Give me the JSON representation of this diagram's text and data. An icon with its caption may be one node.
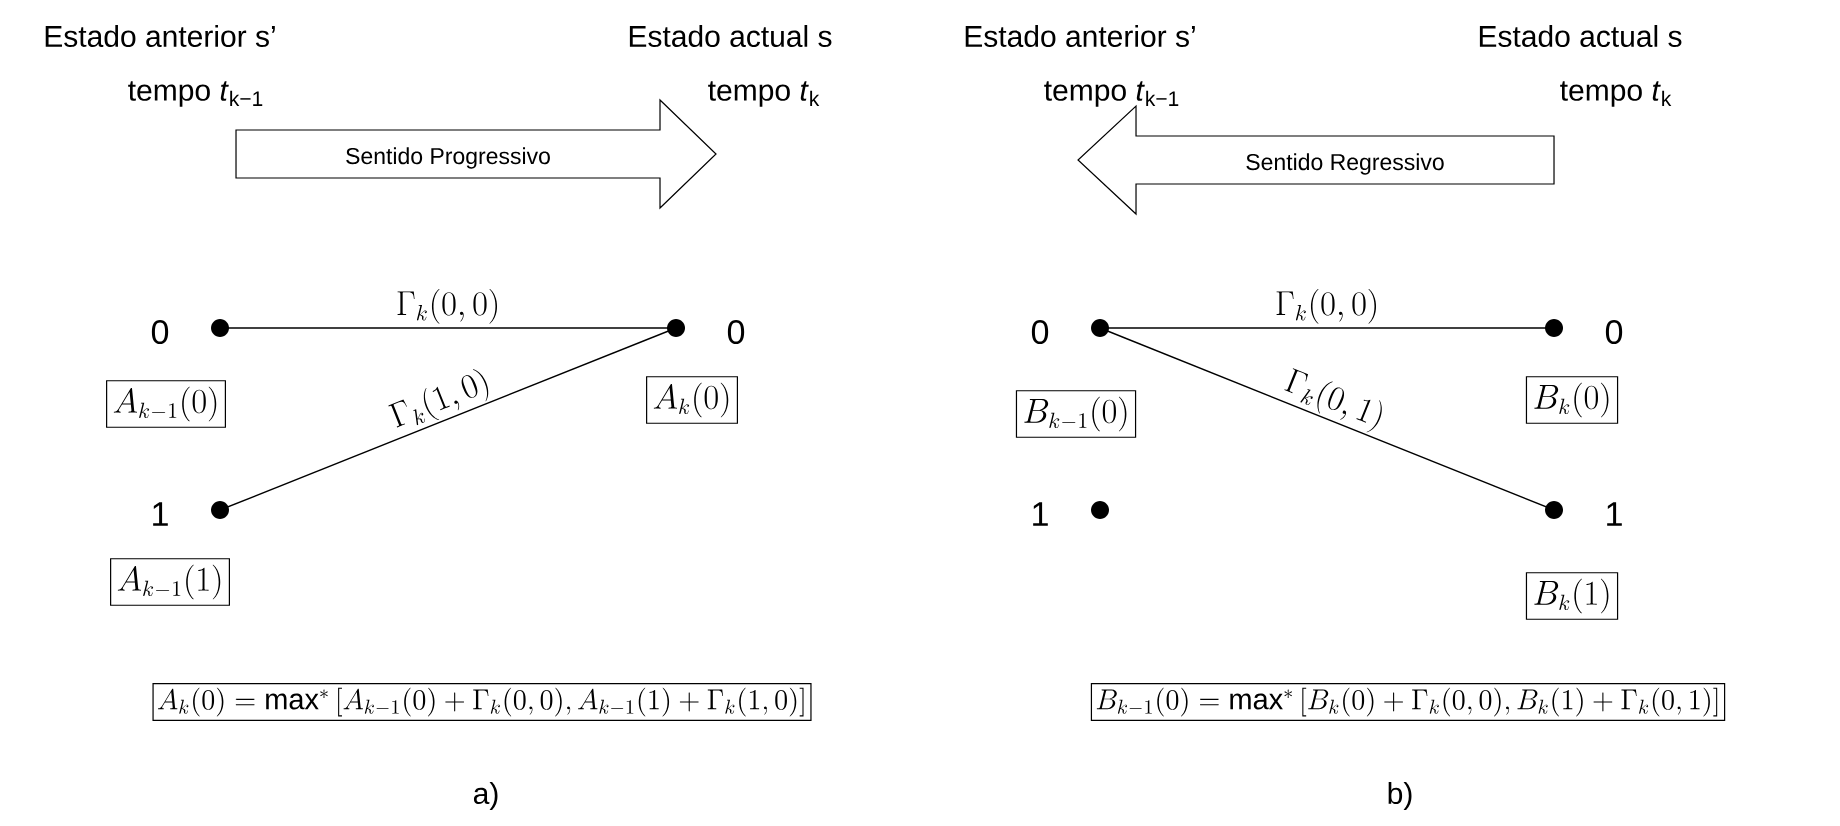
{
  "diagram": {
    "nodes": [
      {
        "text": [
          "Sentido Progressivo"
        ]
      },
      {
        "text": [],
        "shape": "circle",
        "beside": [
          "0"
        ]
      },
      {
        "text": [],
        "shape": "circle",
        "beside": [
          "0"
        ]
      },
      {
        "text": [
          "A_{k-1}(0)"
        ]
      },
      {
        "text": [
          "A_k(0)"
        ]
      },
      {
        "text": [],
        "shape": "circle",
        "beside": [
          "1"
        ]
      },
      {
        "text": [
          "A_{k-1}(1)"
        ]
      },
      {
        "text": [
          "A_k(0)=\\max^*\\left[A_{k-1}(0)+\\Gamma_k(0,0),A_{k-1}(1)+\\Gamma_k(1,0)\\right]"
        ]
      },
      {
        "text": [
          "Sentido Regressivo"
        ]
      },
      {
        "text": [],
        "shape": "circle",
        "beside": [
          "0"
        ]
      },
      {
        "text": [],
        "shape": "circle",
        "beside": [
          "0"
        ]
      },
      {
        "text": [
          "B_{k-1}(0)"
        ]
      },
      {
        "text": [
          "B_k(0)"
        ]
      },
      {
        "text": [],
        "shape": "circle",
        "beside": [
          "1"
        ]
      },
      {
        "text": [],
        "shape": "circle",
        "beside": [
          "1"
        ]
      },
      {
        "text": [
          "B_k(1)"
        ]
      },
      {
        "text": [
          "B_{k-1}(0)=\\max^*\\left[B_k(0)+\\Gamma_k(0,0),B_k(1)+\\Gamma_k(0,1)\\right]"
        ]
      }
    ],
    "edges": [
      {
        "from": 1,
        "to": 2,
        "arrow": "none",
        "label": "\\Gamma_k(0,0)"
      },
      {
        "from": 5,
        "to": 2,
        "arrow": "none",
        "label": "\\Gamma_k(1,0)"
      },
      {
        "from": 9,
        "to": 10,
        "arrow": "none",
        "label": "\\Gamma_k(0,0)"
      },
      {
        "from": 9,
        "to": 14,
        "arrow": "none",
        "label": "\\Gamma_k(0,1)"
      }
    ],
    "labels": [
      "Estado anterior s’",
      "Estado actual s",
      "tempo *t*$_{k−1}$",
      "tempo *t*$_{k}$",
      "Estado anterior s’",
      "Estado actual s",
      "tempo *t*$_{k−1}$",
      "tempo *t*$_{k}$",
      "a)",
      "b)"
    ]
  }
}
